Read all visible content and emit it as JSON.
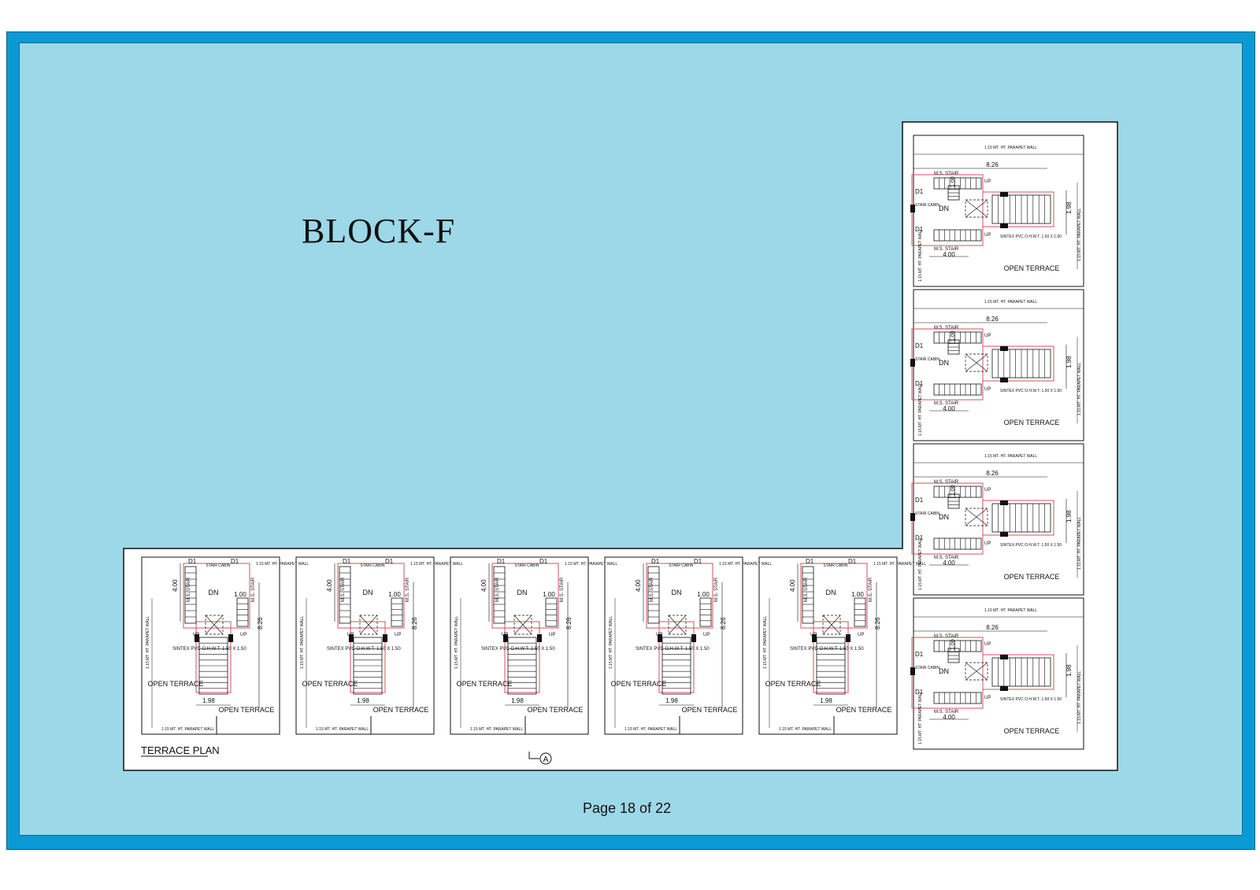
{
  "document": {
    "title": "BLOCK-F",
    "footer": "Page 18 of 22"
  },
  "plan": {
    "caption": "TERRACE PLAN",
    "section_marker": "A",
    "units": [
      {
        "parapet_top": "1.15 MT. HT. PARAPET WALL",
        "parapet_side": "1.15 MT. HT. PARAPET WALL",
        "parapet_bottom": "1.15 MT. HT. PARAPET WALL",
        "ms_stair": "M.S. STAIR",
        "ms_stair_2": "M.S. STAIR",
        "door": "D1",
        "door_2": "D1",
        "stair_cabin": "STAIR CABIN",
        "dn": "DN",
        "up": "UP",
        "up_2": "UP",
        "tank": "SINTEX PVC O.H.W.T. 1.50 X 1.50",
        "dim_len": "8.26",
        "dim_width": "1.98",
        "dim_stair": "4.00",
        "dim_tank": "1.00",
        "terrace": "OPEN TERRACE"
      },
      {
        "parapet_top": "1.15 MT. HT. PARAPET WALL",
        "parapet_side": "1.15 MT. HT. PARAPET WALL",
        "parapet_bottom": "1.15 MT. HT. PARAPET WALL",
        "ms_stair": "M.S. STAIR",
        "ms_stair_2": "M.S. STAIR",
        "door": "D1",
        "door_2": "D1",
        "stair_cabin": "STAIR CABIN",
        "dn": "DN",
        "up": "UP",
        "up_2": "UP",
        "tank": "SINTEX PVC O.H.W.T. 1.50 X 1.50",
        "dim_len": "8.26",
        "dim_width": "1.98",
        "dim_stair": "4.00",
        "dim_tank": "1.00",
        "terrace": "OPEN TERRACE"
      },
      {
        "parapet_top": "1.15 MT. HT. PARAPET WALL",
        "parapet_side": "1.15 MT. HT. PARAPET WALL",
        "parapet_bottom": "1.15 MT. HT. PARAPET WALL",
        "ms_stair": "M.S. STAIR",
        "ms_stair_2": "M.S. STAIR",
        "door": "D1",
        "door_2": "D1",
        "stair_cabin": "STAIR CABIN",
        "dn": "DN",
        "up": "UP",
        "up_2": "UP",
        "tank": "SINTEX PVC O.H.W.T. 1.50 X 1.50",
        "dim_len": "8.26",
        "dim_width": "1.98",
        "dim_stair": "4.00",
        "dim_tank": "1.00",
        "terrace": "OPEN TERRACE"
      },
      {
        "parapet_top": "1.15 MT. HT. PARAPET WALL",
        "parapet_side": "1.15 MT. HT. PARAPET WALL",
        "parapet_bottom": "1.15 MT. HT. PARAPET WALL",
        "ms_stair": "M.S. STAIR",
        "ms_stair_2": "M.S. STAIR",
        "door": "D1",
        "door_2": "D1",
        "stair_cabin": "STAIR CABIN",
        "dn": "DN",
        "up": "UP",
        "up_2": "UP",
        "tank": "SINTEX PVC O.H.W.T. 1.50 X 1.50",
        "dim_len": "8.26",
        "dim_width": "1.98",
        "dim_stair": "4.00",
        "dim_tank": "1.00",
        "terrace": "OPEN TERRACE"
      },
      {
        "parapet_top": "1.15 MT. HT. PARAPET WALL",
        "parapet_side": "1.15 MT. HT. PARAPET WALL",
        "parapet_bottom": "1.15 MT. HT. PARAPET WALL",
        "ms_stair": "M.S. STAIR",
        "ms_stair_2": "M.S. STAIR",
        "door": "D1",
        "door_2": "D1",
        "stair_cabin": "STAIR CABIN",
        "dn": "DN",
        "up": "UP",
        "up_2": "UP",
        "tank": "SINTEX PVC O.H.W.T. 1.50 X 1.50",
        "dim_len": "8.26",
        "dim_width": "1.98",
        "dim_stair": "4.00",
        "dim_tank": "1.00",
        "terrace": "OPEN TERRACE"
      },
      {
        "parapet_top": "1.15 MT. HT. PARAPET WALL",
        "parapet_side": "1.15 MT. HT. PARAPET WALL",
        "parapet_bottom": "1.15 MT. HT. PARAPET WALL",
        "ms_stair": "M.S. STAIR",
        "ms_stair_2": "M.S. STAIR",
        "door": "D1",
        "door_2": "D1",
        "stair_cabin": "STAIR CABIN",
        "dn": "DN",
        "up": "UP",
        "up_2": "UP",
        "tank": "SINTEX PVC O.H.W.T. 1.50 X 1.50",
        "dim_len": "8.26",
        "dim_width": "1.98",
        "dim_stair": "4.00",
        "dim_tank": "1.00",
        "terrace": "OPEN TERRACE"
      },
      {
        "parapet_top": "1.15 MT. HT. PARAPET WALL",
        "parapet_side": "1.15 MT. HT. PARAPET WALL",
        "parapet_bottom": "1.15 MT. HT. PARAPET WALL",
        "ms_stair": "M.S. STAIR",
        "ms_stair_2": "M.S. STAIR",
        "door": "D1",
        "door_2": "D1",
        "stair_cabin": "STAIR CABIN",
        "dn": "DN",
        "up": "UP",
        "up_2": "UP",
        "tank": "SINTEX PVC O.H.W.T. 1.50 X 1.50",
        "dim_len": "8.26",
        "dim_width": "1.98",
        "dim_stair": "4.00",
        "dim_tank": "1.00",
        "terrace": "OPEN TERRACE"
      },
      {
        "parapet_top": "1.15 MT. HT. PARAPET WALL",
        "parapet_side": "1.15 MT. HT. PARAPET WALL",
        "parapet_bottom": "1.15 MT. HT. PARAPET WALL",
        "ms_stair": "M.S. STAIR",
        "ms_stair_2": "M.S. STAIR",
        "door": "D1",
        "door_2": "D1",
        "stair_cabin": "STAIR CABIN",
        "dn": "DN",
        "up": "UP",
        "up_2": "UP",
        "tank": "SINTEX PVC O.H.W.T. 1.50 X 1.50",
        "dim_len": "8.26",
        "dim_width": "1.98",
        "dim_stair": "4.00",
        "dim_tank": "1.00",
        "terrace": "OPEN TERRACE"
      },
      {
        "parapet_top": "1.15 MT. HT. PARAPET WALL",
        "parapet_side": "1.15 MT. HT. PARAPET WALL",
        "parapet_bottom": "1.15 MT. HT. PARAPET WALL",
        "ms_stair": "M.S. STAIR",
        "ms_stair_2": "M.S. STAIR",
        "door": "D1",
        "door_2": "D1",
        "stair_cabin": "STAIR CABIN",
        "dn": "DN",
        "up": "UP",
        "up_2": "UP",
        "tank": "SINTEX PVC O.H.W.T. 1.50 X 1.50",
        "dim_len": "8.26",
        "dim_width": "1.98",
        "dim_stair": "4.00",
        "dim_tank": "1.00",
        "terrace": "OPEN TERRACE"
      }
    ]
  },
  "colors": {
    "frame": "#0b9ad6",
    "panel": "#9dd8e8",
    "sheet": "#ffffff",
    "ink": "#111111",
    "red_line": "#d9505a"
  }
}
